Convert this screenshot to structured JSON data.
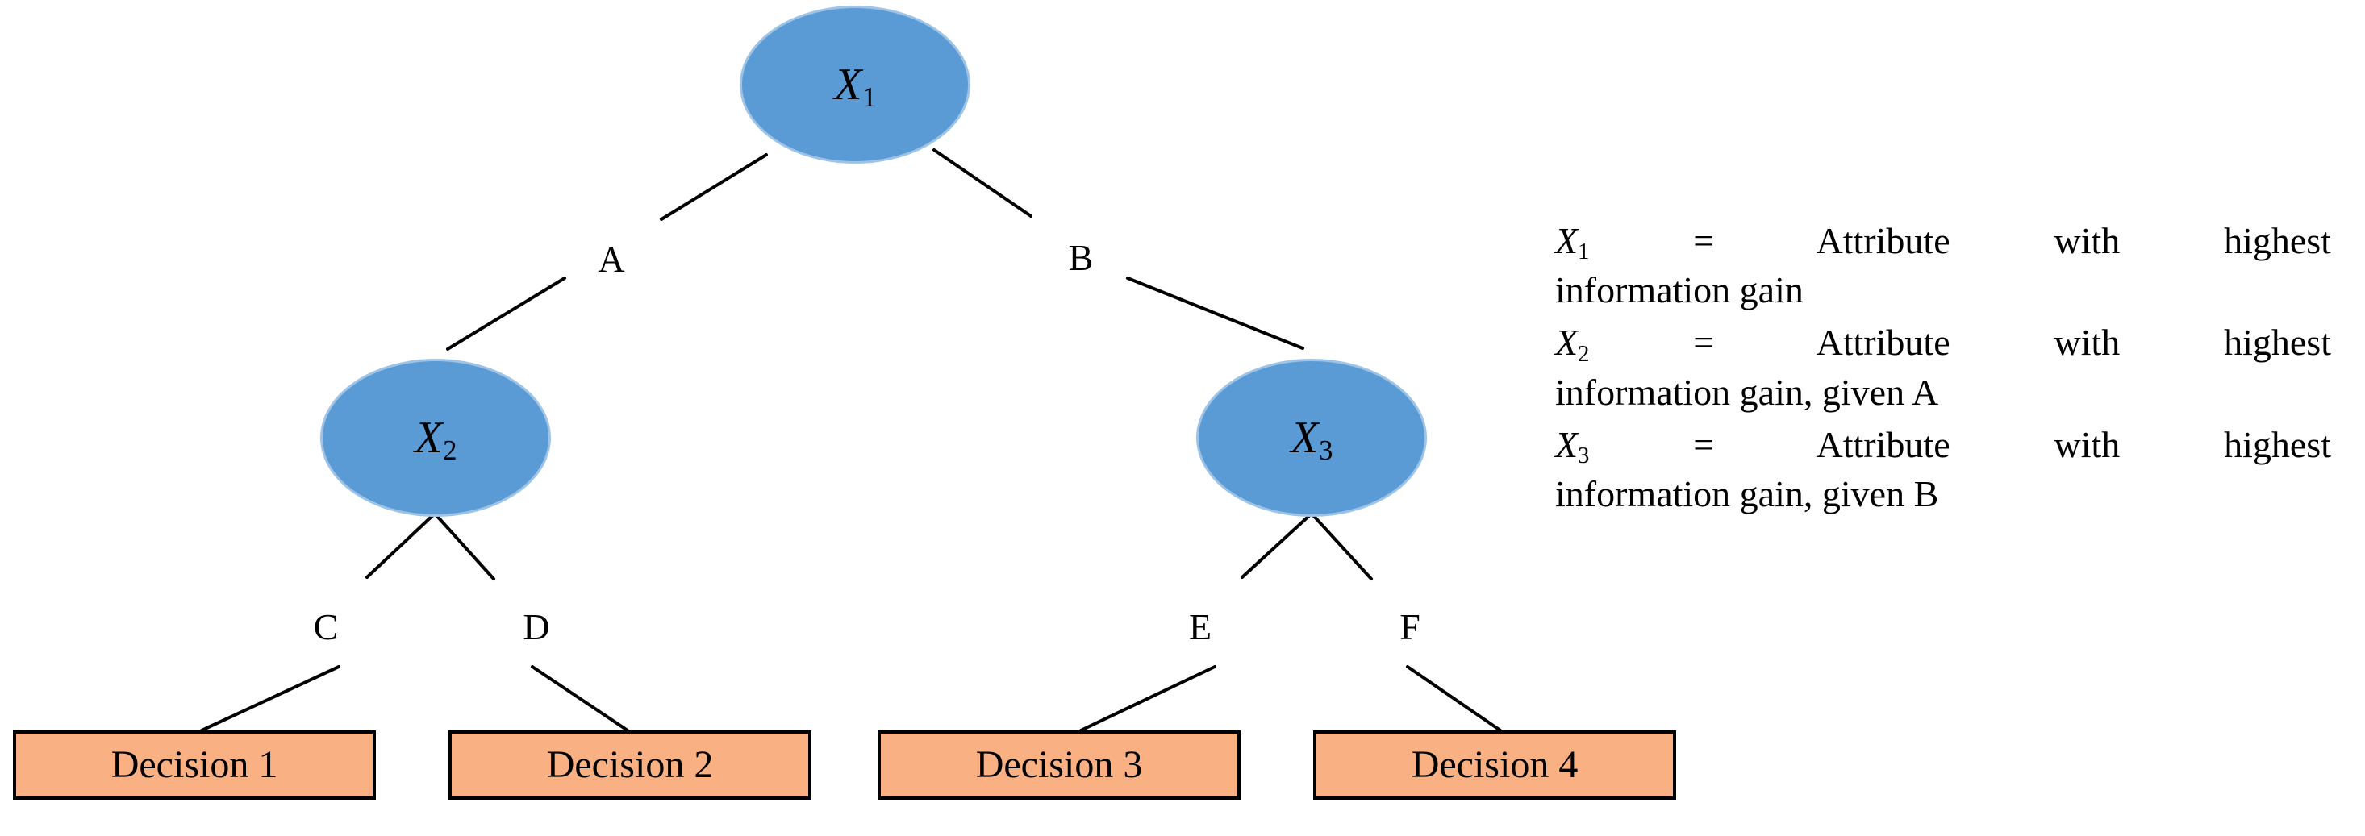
{
  "diagram": {
    "title": "Decision tree with attribute nodes and decision leaves",
    "colors": {
      "node_fill": "#5B9BD5",
      "node_stroke": "#9DC3E6",
      "leaf_fill": "#F9B183",
      "leaf_stroke": "#000000",
      "edge_stroke": "#000000",
      "background": "#FFFFFF",
      "text": "#000000"
    },
    "nodes": [
      {
        "id": "x1",
        "base": "X",
        "sub": "1"
      },
      {
        "id": "x2",
        "base": "X",
        "sub": "2"
      },
      {
        "id": "x3",
        "base": "X",
        "sub": "3"
      }
    ],
    "edge_labels": [
      {
        "id": "a",
        "text": "A"
      },
      {
        "id": "b",
        "text": "B"
      },
      {
        "id": "c",
        "text": "C"
      },
      {
        "id": "d",
        "text": "D"
      },
      {
        "id": "e",
        "text": "E"
      },
      {
        "id": "f",
        "text": "F"
      }
    ],
    "leaves": [
      {
        "id": "decision-1",
        "text": "Decision 1"
      },
      {
        "id": "decision-2",
        "text": "Decision 2"
      },
      {
        "id": "decision-3",
        "text": "Decision 3"
      },
      {
        "id": "decision-4",
        "text": "Decision 4"
      }
    ]
  },
  "legend": {
    "entries": [
      {
        "var_base": "X",
        "var_sub": "1",
        "equals": "=",
        "line1": "Attribute with highest",
        "line2": "information gain"
      },
      {
        "var_base": "X",
        "var_sub": "2",
        "equals": "=",
        "line1": "Attribute with highest",
        "line2": "information gain, given A"
      },
      {
        "var_base": "X",
        "var_sub": "3",
        "equals": "=",
        "line1": "Attribute with highest",
        "line2": "information gain, given B"
      }
    ]
  }
}
